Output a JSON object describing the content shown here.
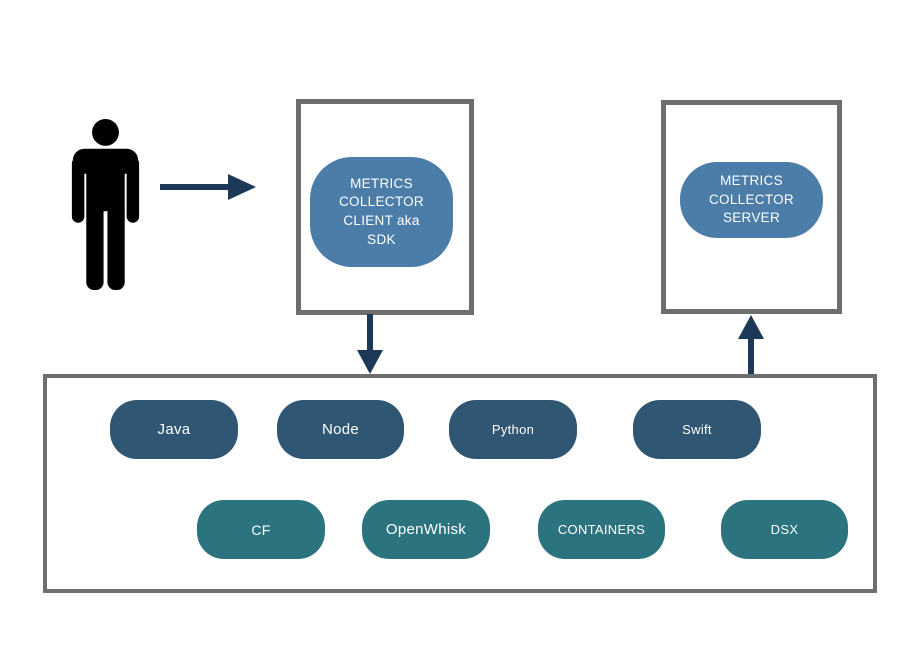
{
  "diagram": {
    "actor": {
      "icon": "person-icon"
    },
    "client_node": {
      "lines": [
        "METRICS",
        "COLLECTOR",
        "CLIENT aka",
        "SDK"
      ]
    },
    "server_node": {
      "lines": [
        "METRICS",
        "COLLECTOR",
        "SERVER"
      ]
    },
    "runtime_pills": [
      "Java",
      "Node",
      "Python",
      "Swift"
    ],
    "platform_pills": [
      "CF",
      "OpenWhisk",
      "CONTAINERS",
      "DSX"
    ],
    "arrows": [
      "arrow-right",
      "arrow-down",
      "arrow-up"
    ],
    "colors": {
      "node_blue": "#4C7DA9",
      "runtime_navy": "#2F5673",
      "platform_teal": "#2C7380",
      "arrow_navy": "#1C3A57",
      "frame_border_gray": "#6E6E6E",
      "actor_black": "#000000",
      "text_white": "#FFFFFF"
    }
  }
}
